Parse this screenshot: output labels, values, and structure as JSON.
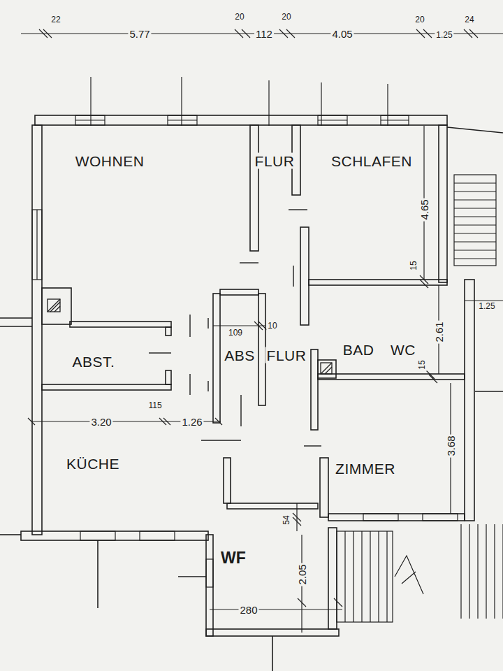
{
  "diagram": {
    "labels": [
      "22",
      "5.77",
      "20",
      "112",
      "20",
      "4.05",
      "20",
      "1.25",
      "24",
      "WOHNEN",
      "FLUR",
      "SCHLAFEN",
      "4.65",
      "15",
      "1.25",
      "ABST.",
      "109",
      "10",
      "ABS",
      "FLUR",
      "BAD",
      "WC",
      "2.61",
      "15",
      "3.20",
      "115",
      "1.26",
      "KÜCHE",
      "ZIMMER",
      "3.68",
      "WF",
      "54",
      "2.05",
      "280"
    ]
  }
}
